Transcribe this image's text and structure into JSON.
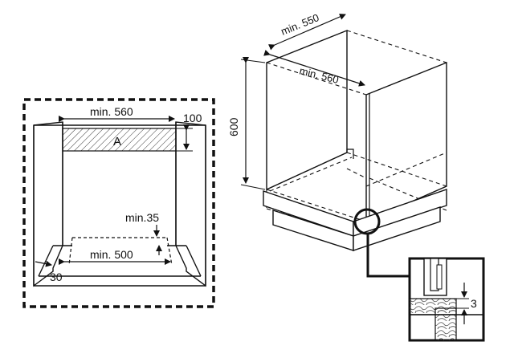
{
  "left_view": {
    "width_label": "min. 560",
    "height_label": "100",
    "zone_label": "A",
    "gap_label": "min.35",
    "base_label": "min. 500",
    "edge_label": "30"
  },
  "right_view": {
    "depth_top_label": "min. 550",
    "width_label": "min. 560",
    "height_label": "600"
  },
  "detail_view": {
    "gap_label": "3"
  }
}
